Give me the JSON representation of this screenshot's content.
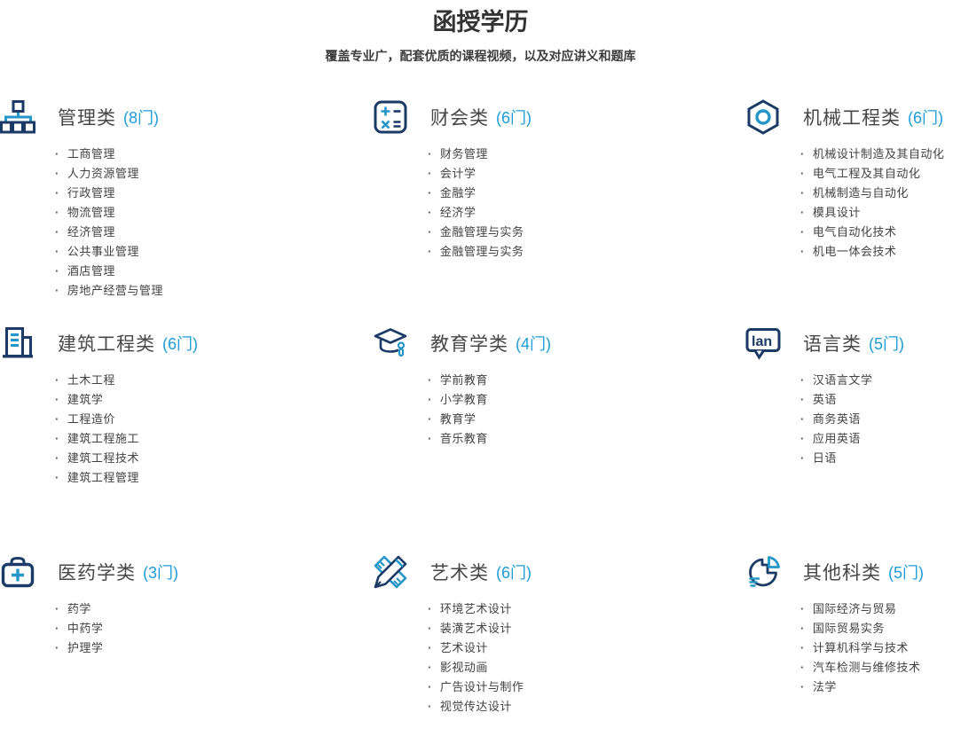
{
  "header": {
    "title": "函授学历",
    "subtitle": "覆盖专业广，配套优质的课程视频，以及对应讲义和题库"
  },
  "colors": {
    "accent_blue": "#1e9cd7",
    "icon_navy": "#1b3a66",
    "icon_blue": "#2496c8",
    "text_dark": "#404040"
  },
  "categories": [
    {
      "icon": "sitemap-icon",
      "title": "管理类",
      "count": "(8门)",
      "items": [
        "工商管理",
        "人力资源管理",
        "行政管理",
        "物流管理",
        "经济管理",
        "公共事业管理",
        "酒店管理",
        "房地产经营与管理"
      ]
    },
    {
      "icon": "calculator-icon",
      "title": "财会类",
      "count": "(6门)",
      "items": [
        "财务管理",
        "会计学",
        "金融学",
        "经济学",
        "金融管理与实务",
        "金融管理与实务"
      ]
    },
    {
      "icon": "hexnut-icon",
      "title": "机械工程类",
      "count": "(6门)",
      "items": [
        "机械设计制造及其自动化",
        "电气工程及其自动化",
        "机械制造与自动化",
        "模具设计",
        "电气自动化技术",
        "机电一体会技术"
      ]
    },
    {
      "icon": "buildings-icon",
      "title": "建筑工程类",
      "count": "(6门)",
      "items": [
        "土木工程",
        "建筑学",
        "工程造价",
        "建筑工程施工",
        "建筑工程技术",
        "建筑工程管理"
      ]
    },
    {
      "icon": "graduation-cap-icon",
      "title": "教育学类",
      "count": "(4门)",
      "items": [
        "学前教育",
        "小学教育",
        "教育学",
        "音乐教育"
      ]
    },
    {
      "icon": "language-bubble-icon",
      "title": "语言类",
      "count": "(5门)",
      "items": [
        "汉语言文学",
        "英语",
        "商务英语",
        "应用英语",
        "日语"
      ]
    },
    {
      "icon": "medical-kit-icon",
      "title": "医药学类",
      "count": "(3门)",
      "items": [
        "药学",
        "中药学",
        "护理学"
      ]
    },
    {
      "icon": "design-tools-icon",
      "title": "艺术类",
      "count": "(6门)",
      "items": [
        "环境艺术设计",
        "装潢艺术设计",
        "艺术设计",
        "影视动画",
        "广告设计与制作",
        "视觉传达设计"
      ]
    },
    {
      "icon": "pie-chart-icon",
      "title": "其他科类",
      "count": "(5门)",
      "items": [
        "国际经济与贸易",
        "国际贸易实务",
        "计算机科学与技术",
        "汽车检测与维修技术",
        "法学"
      ]
    }
  ]
}
